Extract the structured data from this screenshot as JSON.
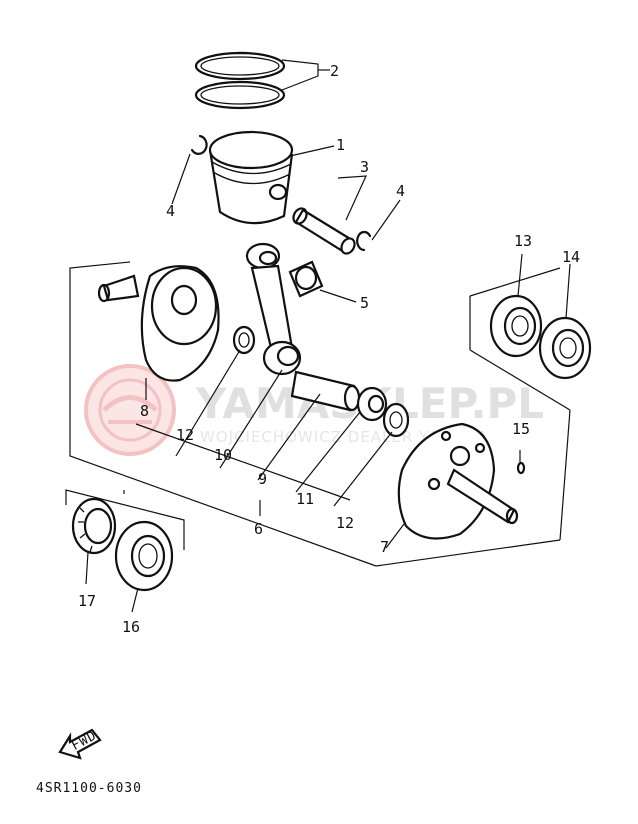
{
  "callouts": {
    "c1": "1",
    "c2": "2",
    "c3": "3",
    "c4a": "4",
    "c4b": "4",
    "c5": "5",
    "c6": "6",
    "c7": "7",
    "c8": "8",
    "c9": "9",
    "c10": "10",
    "c11": "11",
    "c12a": "12",
    "c12b": "12",
    "c13": "13",
    "c14": "14",
    "c15": "15",
    "c16": "16",
    "c17": "17"
  },
  "watermark": {
    "main": "YAMASKLEP.PL",
    "sub": "WOJCIECHOWICZ DEALER YAMAHA"
  },
  "fwd_label": "FWD",
  "diagram_code": "4SR1100-6030"
}
